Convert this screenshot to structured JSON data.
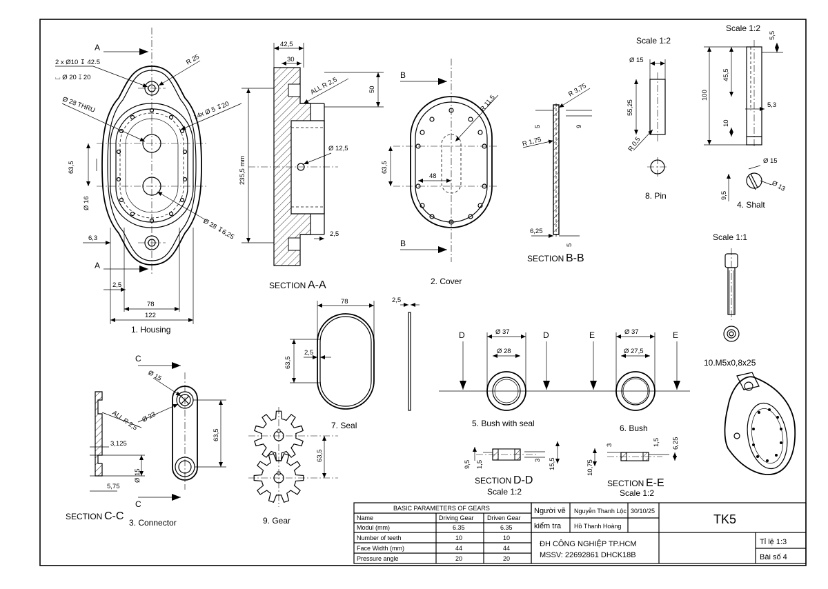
{
  "sheet": {
    "parts": {
      "housing": "1. Housing",
      "section_aa": "SECTION",
      "section_aa_letters": "A-A",
      "cover": "2. Cover",
      "section_bb": "SECTION",
      "section_bb_letters": "B-B",
      "connector": "3. Connector",
      "section_cc": "SECTION",
      "section_cc_letters": "C-C",
      "shaft": "4. Shalt",
      "bush_seal": "5. Bush with seal",
      "bush": "6. Bush",
      "seal": "7. Seal",
      "pin": "8. Pin",
      "gear": "9. Gear",
      "screw": "10.M5x0,8x25",
      "section_dd": "SECTION",
      "section_dd_letters": "D-D",
      "section_ee": "SECTION",
      "section_ee_letters": "E-E"
    },
    "scales": {
      "pin": "Scale 1:2",
      "shaft": "Scale 1:2",
      "screw": "Scale 1:1",
      "dd": "Scale 1:2",
      "ee": "Scale 1:2"
    },
    "cut_letters": {
      "a": "A",
      "b": "B",
      "c": "C",
      "d": "D",
      "e": "E"
    },
    "dims": {
      "housing": {
        "holes_note1": "2 x Ø10 ↧ 42.5",
        "holes_note2": "⌴ Ø 20 ↧ 20",
        "r25": "R 25",
        "thru": "Ø 28 THRU",
        "tap": "14x Ø 5 ↧20",
        "d635": "63,5",
        "d16": "Ø 16",
        "d28b": "Ø 28 ↧6,25",
        "d63": "6,3",
        "d25": "2,5",
        "d78": "78",
        "d122": "122"
      },
      "section_aa": {
        "d425": "42,5",
        "d30": "30",
        "allr": "ALL R 2,5",
        "d50": "50",
        "d2355": "235,5 mm",
        "d125": "Ø 12,5",
        "d25": "2,5"
      },
      "cover": {
        "r115": "R 11,5",
        "d635": "63,5",
        "d48": "48"
      },
      "section_bb": {
        "r375": "R 3,75",
        "d5": "5",
        "d9": "9",
        "r175": "R 1,75",
        "d625": "6,25",
        "d5b": "5"
      },
      "pin": {
        "d15": "Ø 15",
        "d5525": "55,25",
        "r05": "R 0,5"
      },
      "shaft": {
        "d55": "5,5",
        "d455": "45,5",
        "d100": "100",
        "d53": "5,3",
        "d10": "10",
        "d15": "Ø 15",
        "d95": "9,5",
        "d13": "Ø 13"
      },
      "seal": {
        "d78": "78",
        "d25": "2,5",
        "d635": "63,5",
        "d25t": "2,5"
      },
      "bush_seal": {
        "d37": "Ø 37",
        "d28": "Ø 28",
        "d95": "9,5",
        "d15": "1,5",
        "d3": "3",
        "d155": "15,5"
      },
      "bush": {
        "d37": "Ø 37",
        "d275": "Ø 27,5",
        "d3": "3",
        "d15": "1,5",
        "d625": "6,25",
        "d1075": "10,75"
      },
      "connector": {
        "d15": "Ø 15",
        "d23": "Ø 23",
        "allr": "ALL R 2,5",
        "d635": "63,5",
        "d3125": "3,125",
        "d15b": "Ø 15",
        "d575": "5,75"
      },
      "gear": {
        "d635": "63,5"
      }
    },
    "gear_table": {
      "title": "BASIC PARAMETERS OF GEARS",
      "headers": [
        "Name",
        "Driving Gear",
        "Driven Gear"
      ],
      "rows": [
        [
          "Modul (mm)",
          "6.35",
          "6.35"
        ],
        [
          "Number of teeth",
          "10",
          "10"
        ],
        [
          "Face Width (mm)",
          "44",
          "44"
        ],
        [
          "Pressure angle",
          "20",
          "20"
        ]
      ]
    },
    "title_block": {
      "drawn_label": "Người vẽ",
      "drawn_name": "Nguyễn Thanh Lộc",
      "date": "30/10/25",
      "check_label": "kiểm tra",
      "check_name": "Hồ Thanh Hoàng",
      "drawing_no": "TK5",
      "school": "ĐH CÔNG NGHIỆP TP.HCM",
      "student": "MSSV: 22692861 DHCK18B",
      "scale": "Tỉ lệ 1:3",
      "sheet_no": "Bài số 4"
    }
  }
}
